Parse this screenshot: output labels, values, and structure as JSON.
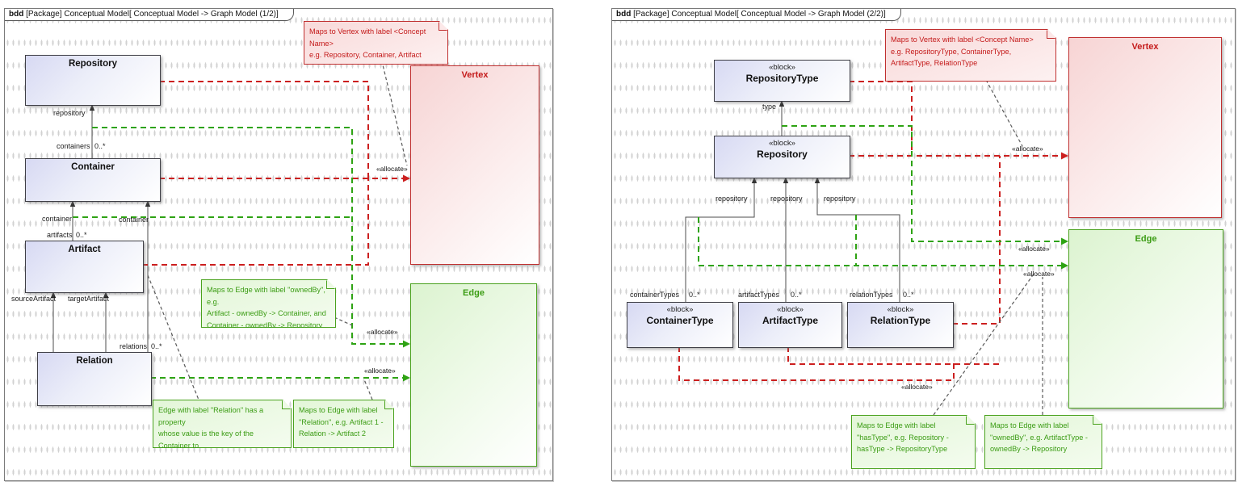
{
  "colors": {
    "allocate_red": "#cc1f1f",
    "allocate_green": "#2ea313",
    "class_fill": "#d7d9f3",
    "vertex_border": "#c03030",
    "edge_border": "#4aa21e",
    "note_connector_grey": "#5a5a5a"
  },
  "diagram1": {
    "tab": {
      "keyword": "bdd",
      "title": " [Package] Conceptual Model[ Conceptual Model -> Graph Model (1/2)]"
    },
    "classes": {
      "repository": {
        "name": "Repository"
      },
      "container": {
        "name": "Container"
      },
      "artifact": {
        "name": "Artifact"
      },
      "relation": {
        "name": "Relation"
      }
    },
    "graph_nodes": {
      "vertex": {
        "name": "Vertex"
      },
      "edge": {
        "name": "Edge"
      }
    },
    "labels": {
      "repository_role": "repository",
      "containers_role": "containers",
      "containers_mult": "0..*",
      "container_role_left": "container",
      "container_role_right": "container",
      "artifacts_role": "artifacts",
      "artifacts_mult": "0..*",
      "source_artifact_role": "sourceArtifact",
      "target_artifact_role": "targetArtifact",
      "relations_role": "relations",
      "relations_mult": "0..*",
      "allocate_to_vertex": "«allocate»",
      "allocate_to_edge_owned": "«allocate»",
      "allocate_to_edge_relation": "«allocate»"
    },
    "notes": {
      "vertex_mapping": "Maps to Vertex with label <Concept Name>\ne.g. Repository, Container, Artifact",
      "owned_by_mapping": "Maps to Edge with label \"ownedBy\", e.g.\nArtifact - ownedBy -> Container, and\nContainer - ownedBy -> Repository",
      "relation_property": "Edge with label \"Relation\" has a property\nwhose value is the key of the Container to\nwhich that relation belongs.",
      "relation_mapping": "Maps to Edge with label\n\"Relation\", e.g. Artifact 1 -\nRelation -> Artifact 2"
    }
  },
  "diagram2": {
    "tab": {
      "keyword": "bdd",
      "title": " [Package] Conceptual Model[ Conceptual Model -> Graph Model (2/2)]"
    },
    "blocks": {
      "repository_type": {
        "stereotype": "«block»",
        "name": "RepositoryType"
      },
      "repository": {
        "stereotype": "«block»",
        "name": "Repository"
      },
      "container_type": {
        "stereotype": "«block»",
        "name": "ContainerType"
      },
      "artifact_type": {
        "stereotype": "«block»",
        "name": "ArtifactType"
      },
      "relation_type": {
        "stereotype": "«block»",
        "name": "RelationType"
      }
    },
    "graph_nodes": {
      "vertex": {
        "name": "Vertex"
      },
      "edge": {
        "name": "Edge"
      }
    },
    "labels": {
      "type_role": "type",
      "repository_role_1": "repository",
      "repository_role_2": "repository",
      "repository_role_3": "repository",
      "container_types_role": "containerTypes",
      "container_types_mult": "0..*",
      "artifact_types_role": "artifactTypes",
      "artifact_types_mult": "0..*",
      "relation_types_role": "relationTypes",
      "relation_types_mult": "0..*",
      "allocate_to_vertex": "«allocate»",
      "allocate_to_edge_hastype": "«allocate»",
      "allocate_to_edge_owned": "«allocate»",
      "allocate_types_to_vertex": "«allocate»"
    },
    "notes": {
      "vertex_mapping": "Maps to Vertex with label <Concept Name>\ne.g. RepositoryType, ContainerType,\nArtifactType, RelationType",
      "has_type_mapping": "Maps to Edge with label\n\"hasType\", e.g. Repository -\nhasType -> RepositoryType",
      "owned_by_mapping": "Maps to Edge with label\n\"ownedBy\", e.g. ArtifactType -\nownedBy -> Repository"
    }
  }
}
